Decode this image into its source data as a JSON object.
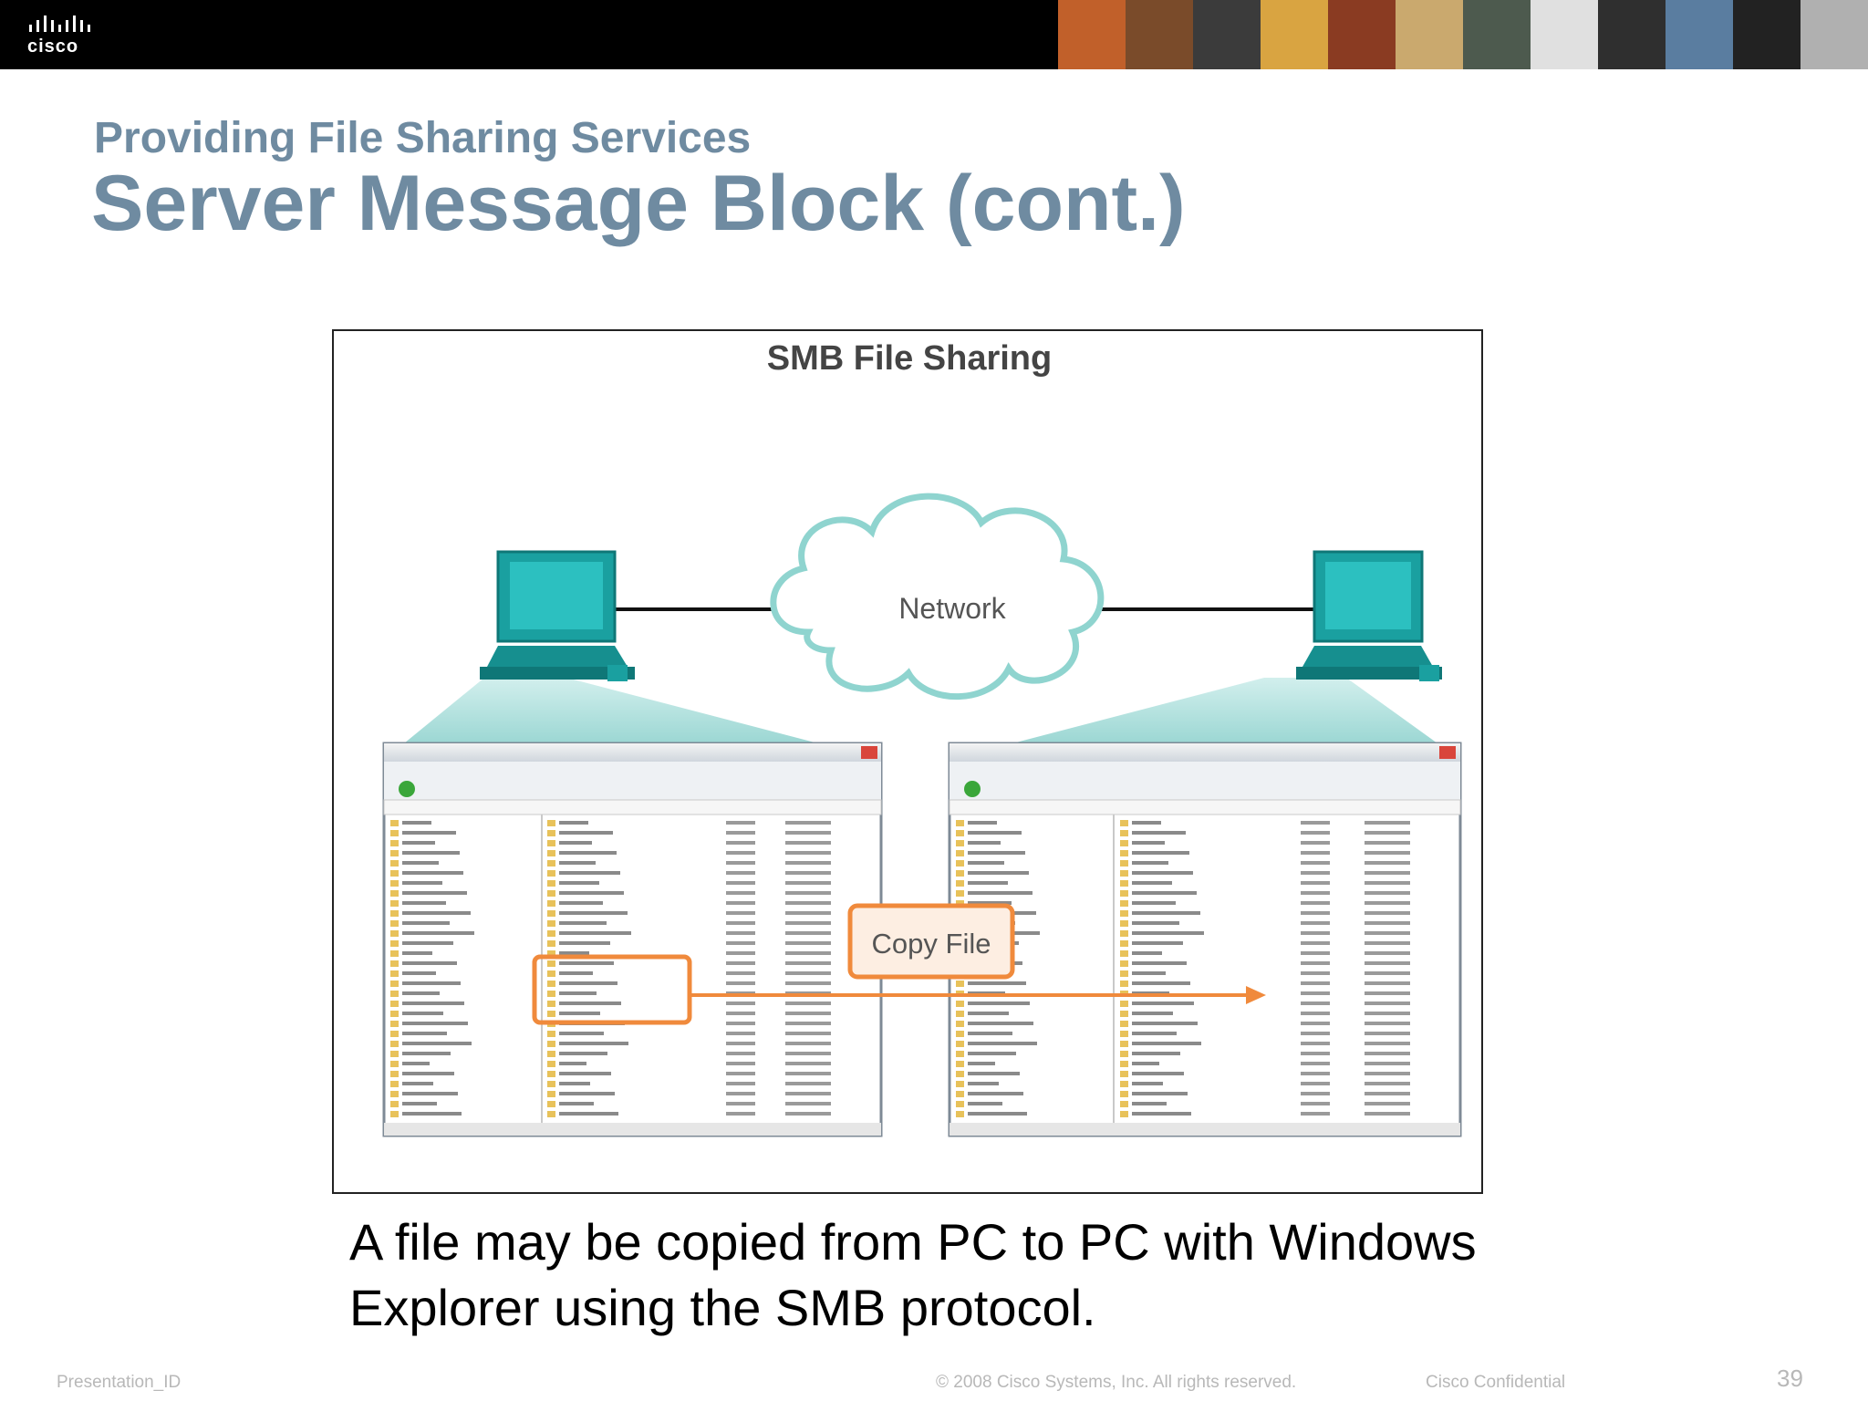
{
  "header": {
    "logo_text": "cisco",
    "photo_colors": [
      "#c1602a",
      "#7a4b2a",
      "#3b3b3b",
      "#d9a441",
      "#8a3b22",
      "#caa96e",
      "#4d5a4e",
      "#e0e0e0",
      "#2f2f2f",
      "#5a7da0",
      "#222222",
      "#b0b0b0"
    ]
  },
  "slide": {
    "subtitle": "Providing File Sharing Services",
    "title": "Server Message Block (cont.)"
  },
  "figure": {
    "heading": "SMB File Sharing",
    "cloud_label": "Network",
    "copy_label": "Copy File",
    "colors": {
      "pc": "#1aa0a0",
      "pc_dark": "#0f7777",
      "beam": "#9fd9d6",
      "cloud_stroke": "#8fd4cf",
      "highlight": "#f08a3c"
    }
  },
  "caption": {
    "line1": "A file may be copied from PC to PC with Windows",
    "line2": "Explorer using the SMB protocol."
  },
  "footer": {
    "left": "Presentation_ID",
    "center": "© 2008 Cisco Systems, Inc. All rights reserved.",
    "right": "Cisco Confidential",
    "page": "39"
  }
}
